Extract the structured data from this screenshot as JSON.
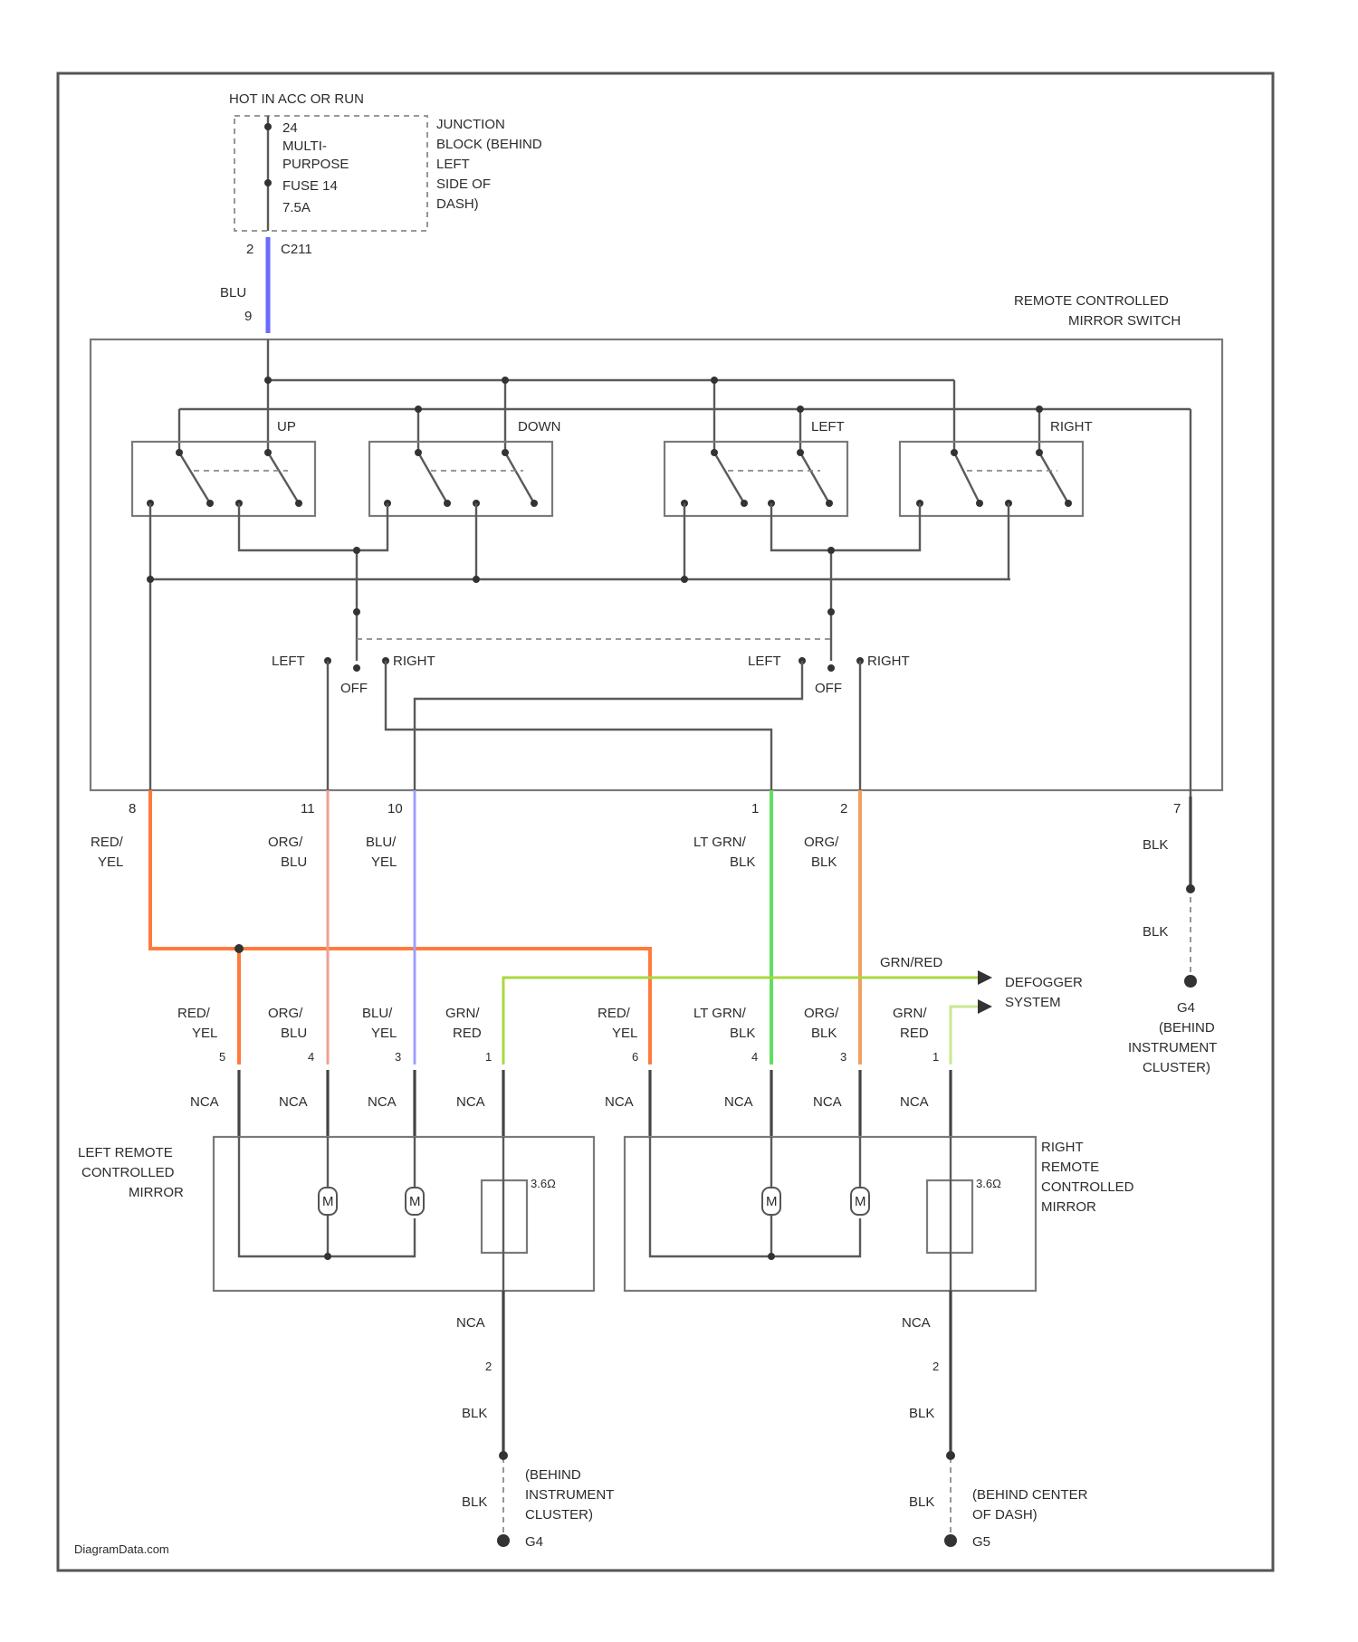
{
  "colors": {
    "red_yel": "#ff7a3c",
    "org_blu": "#f0a090",
    "blu": "#6a6aff",
    "blu_yel": "#a0a0ff",
    "lt_grn_blk": "#60e060",
    "org_blk": "#f0a060",
    "grn_red": "#a8d840",
    "grn_red_light": "#c8e890"
  },
  "fuse": {
    "hot": "HOT IN ACC OR RUN",
    "lines": [
      "24",
      "MULTI-",
      "PURPOSE",
      "FUSE 14",
      "7.5A"
    ],
    "junction": [
      "JUNCTION",
      "BLOCK (BEHIND",
      "LEFT",
      "SIDE OF",
      "DASH)"
    ],
    "connector": "C211",
    "pin": "2"
  },
  "switch": {
    "title": [
      "REMOTE CONTROLLED",
      "MIRROR SWITCH"
    ],
    "feed_wire": "BLU",
    "feed_pin": "9",
    "buttons": [
      "UP",
      "DOWN",
      "LEFT",
      "RIGHT"
    ],
    "selector": {
      "left": "LEFT",
      "right": "RIGHT",
      "off": "OFF"
    }
  },
  "switch_pins": {
    "p1": "8",
    "p2": "11",
    "p3": "10",
    "p4": "1",
    "p5": "2",
    "p6": "7"
  },
  "upper_wires": {
    "w1": [
      "RED/",
      "YEL"
    ],
    "w2": [
      "ORG/",
      "BLU"
    ],
    "w3": [
      "BLU/",
      "YEL"
    ],
    "w4": [
      "LT GRN/",
      "BLK"
    ],
    "w5": [
      "ORG/",
      "BLK"
    ],
    "w6": "BLK"
  },
  "defogger": {
    "wire": "GRN/RED",
    "label": [
      "DEFOGGER",
      "SYSTEM"
    ]
  },
  "ground_right": {
    "wire": "BLK",
    "label": [
      "G4",
      "(BEHIND",
      "INSTRUMENT",
      "CLUSTER)"
    ]
  },
  "left_mirror": {
    "title": [
      "LEFT REMOTE",
      "CONTROLLED",
      "MIRROR"
    ],
    "wires": [
      [
        "RED/",
        "YEL"
      ],
      [
        "ORG/",
        "BLU"
      ],
      [
        "BLU/",
        "YEL"
      ],
      [
        "GRN/",
        "RED"
      ]
    ],
    "pins": [
      "5",
      "4",
      "3",
      "1"
    ],
    "nca": "NCA",
    "motor": "M",
    "heater": "3.6Ω",
    "bottom_pin": "2",
    "bottom_nca": "NCA",
    "ground_wire": "BLK",
    "ground_wire_2": "BLK",
    "ground_label": [
      "(BEHIND",
      "INSTRUMENT",
      "CLUSTER)"
    ],
    "ground_id": "G4"
  },
  "right_mirror": {
    "title": [
      "RIGHT",
      "REMOTE",
      "CONTROLLED",
      "MIRROR"
    ],
    "wires": [
      [
        "RED/",
        "YEL"
      ],
      [
        "LT GRN/",
        "BLK"
      ],
      [
        "ORG/",
        "BLK"
      ],
      [
        "GRN/",
        "RED"
      ]
    ],
    "pins": [
      "6",
      "4",
      "3",
      "1"
    ],
    "nca": "NCA",
    "motor": "M",
    "heater": "3.6Ω",
    "bottom_pin": "2",
    "bottom_nca": "NCA",
    "ground_wire": "BLK",
    "ground_wire_2": "BLK",
    "ground_label": [
      "(BEHIND CENTER",
      "OF DASH)"
    ],
    "ground_id": "G5"
  },
  "watermark": "DiagramData.com"
}
